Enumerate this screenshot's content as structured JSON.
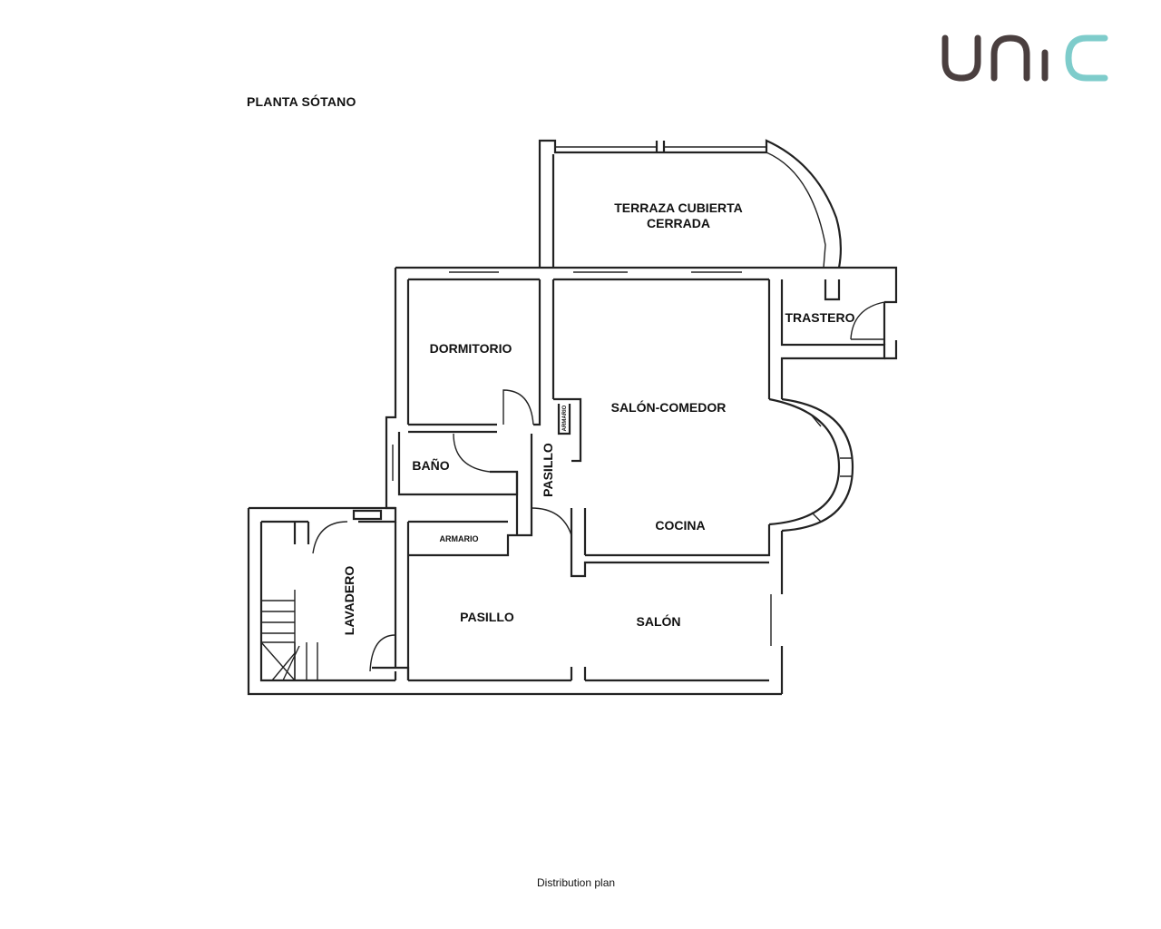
{
  "brand": {
    "logo_text": "unic",
    "colors": {
      "dark": "#4a3f3f",
      "accent": "#7ecccb"
    }
  },
  "plan": {
    "title": "PLANTA SÓTANO",
    "caption": "Distribution plan",
    "rooms": {
      "terraza_line1": "TERRAZA CUBIERTA",
      "terraza_line2": "CERRADA",
      "trastero": "TRASTERO",
      "dormitorio": "DORMITORIO",
      "salon_comedor": "SALÓN-COMEDOR",
      "bano": "BAÑO",
      "pasillo_vertical": "PASILLO",
      "armario_small": "ARMARIO",
      "armario": "ARMARIO",
      "cocina": "COCINA",
      "lavadero": "LAVADERO",
      "pasillo": "PASILLO",
      "salon": "SALÓN"
    }
  }
}
